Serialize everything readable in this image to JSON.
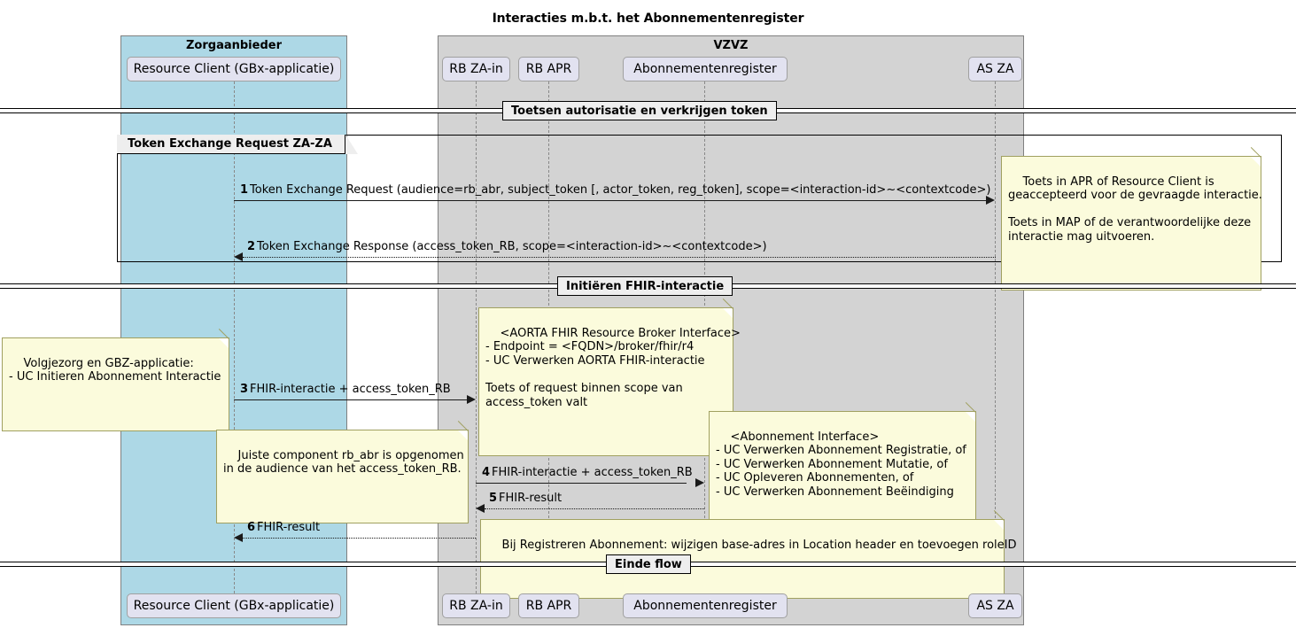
{
  "title": "Interacties m.b.t. het Abonnementenregister",
  "groups": [
    {
      "id": "zorgaanbieder",
      "label": "Zorgaanbieder",
      "color": "#ADD8E6"
    },
    {
      "id": "vzvz",
      "label": "VZVZ",
      "color": "#D3D3D3"
    }
  ],
  "participants": [
    {
      "id": "resource-client",
      "label": "Resource Client (GBx-applicatie)"
    },
    {
      "id": "rb-za-in",
      "label": "RB ZA-in"
    },
    {
      "id": "rb-apr",
      "label": "RB APR"
    },
    {
      "id": "abonnementenregister",
      "label": "Abonnementenregister"
    },
    {
      "id": "as-za",
      "label": "AS ZA"
    }
  ],
  "dividers": [
    {
      "id": "toetsen-autorisatie",
      "label": "Toetsen autorisatie en verkrijgen token"
    },
    {
      "id": "initieren-fhir",
      "label": "Initiëren FHIR-interactie"
    },
    {
      "id": "einde-flow",
      "label": "Einde flow"
    }
  ],
  "frames": [
    {
      "id": "token-exchange-za-za",
      "label": "Token Exchange Request ZA-ZA"
    }
  ],
  "messages": [
    {
      "num": "1",
      "text": "Token Exchange Request (audience=rb_abr, subject_token [, actor_token, reg_token], scope=<interaction-id>~<contextcode>)",
      "style": "solid",
      "direction": "right"
    },
    {
      "num": "2",
      "text": "Token Exchange Response (access_token_RB, scope=<interaction-id>~<contextcode>)",
      "style": "dotted",
      "direction": "left"
    },
    {
      "num": "3",
      "text": "FHIR-interactie + access_token_RB",
      "style": "solid",
      "direction": "right"
    },
    {
      "num": "4",
      "text": "FHIR-interactie + access_token_RB",
      "style": "solid",
      "direction": "right"
    },
    {
      "num": "5",
      "text": "FHIR-result",
      "style": "dotted",
      "direction": "left"
    },
    {
      "num": "6",
      "text": "FHIR-result",
      "style": "dotted",
      "direction": "left"
    }
  ],
  "notes": [
    {
      "id": "note-apr-map",
      "text": "Toets in APR of Resource Client is\ngeaccepteerd voor de gevraagde interactie.\n\nToets in MAP of de verantwoordelijke deze\ninteractie mag uitvoeren."
    },
    {
      "id": "note-volgjezorg",
      "text": "Volgjezorg en GBZ-applicatie:\n- UC Initieren Abonnement Interactie"
    },
    {
      "id": "note-aorta-broker",
      "text": "<AORTA FHIR Resource Broker Interface>\n- Endpoint = <FQDN>/broker/fhir/r4\n- UC Verwerken AORTA FHIR-interactie\n\nToets of request binnen scope van\naccess_token valt"
    },
    {
      "id": "note-juiste-component",
      "text": "Juiste component rb_abr is opgenomen\nin de audience van het access_token_RB."
    },
    {
      "id": "note-abonnement-interface",
      "text": "<Abonnement Interface>\n- UC Verwerken Abonnement Registratie, of\n- UC Verwerken Abonnement Mutatie, of\n- UC Opleveren Abonnementen, of\n- UC Verwerken Abonnement Beëindiging"
    },
    {
      "id": "note-registreren-abonnement",
      "text": "Bij Registreren Abonnement: wijzigen base-adres in Location header en toevoegen roleID"
    }
  ],
  "colors": {
    "lifeline_box": "#ADD8E6",
    "vzvz_box": "#D3D3D3",
    "participant_fill": "#E2E2F0",
    "note_fill": "#FBFBDC",
    "note_border": "#A0A060"
  }
}
